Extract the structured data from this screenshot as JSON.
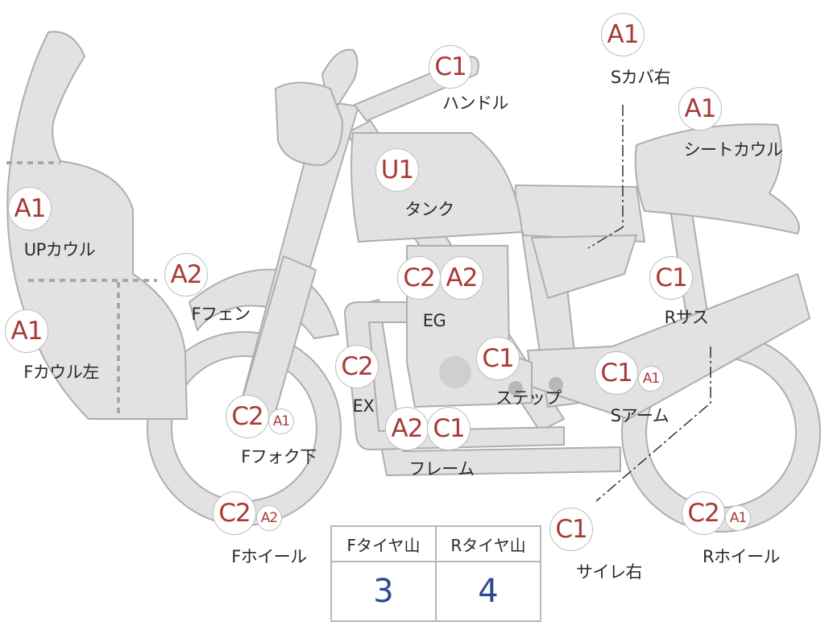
{
  "badges": {
    "handle": "C1",
    "s_cover_right": "A1",
    "seat_cowl": "A1",
    "tank": "U1",
    "up_cowl": "A1",
    "f_fender": "A2",
    "eg_c": "C2",
    "eg_a": "A2",
    "r_sus": "C1",
    "f_cowl_left": "A1",
    "ex": "C2",
    "step": "C1",
    "s_arm_c": "C1",
    "s_arm_a": "A1",
    "f_fork_c": "C2",
    "f_fork_a": "A1",
    "frame_a": "A2",
    "frame_c": "C1",
    "f_wheel_c": "C2",
    "f_wheel_a": "A2",
    "muffler_right": "C1",
    "r_wheel_c": "C2",
    "r_wheel_a": "A1"
  },
  "labels": {
    "handle": "ハンドル",
    "s_cover_right": "Sカバ右",
    "seat_cowl": "シートカウル",
    "tank": "タンク",
    "up_cowl": "UPカウル",
    "f_fender": "Fフェン",
    "eg": "EG",
    "r_sus": "Rサス",
    "f_cowl_left": "Fカウル左",
    "ex": "EX",
    "step": "ステップ",
    "s_arm": "Sアーム",
    "f_fork": "Fフォク下",
    "frame": "フレーム",
    "f_wheel": "Fホイール",
    "muffler_right": "サイレ右",
    "r_wheel": "Rホイール"
  },
  "tire_table": {
    "headers": [
      "Fタイヤ山",
      "Rタイヤ山"
    ],
    "values": [
      "3",
      "4"
    ]
  },
  "colors": {
    "part_fill": "#e2e2e2",
    "badge_text": "#a83a36",
    "table_value": "#2e4a8e"
  }
}
